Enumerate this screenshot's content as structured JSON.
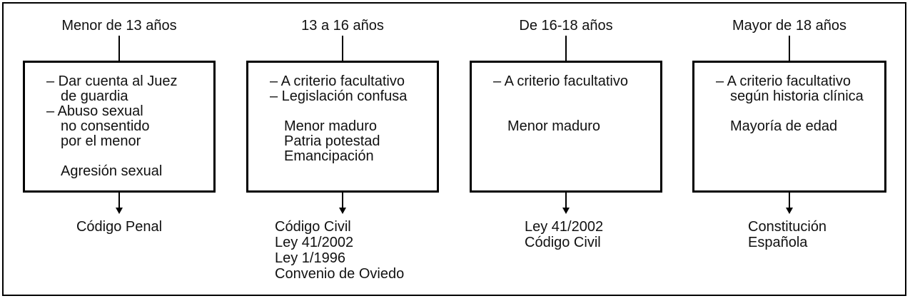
{
  "colors": {
    "background": "#ffffff",
    "line": "#000000",
    "text": "#111111"
  },
  "diagram": {
    "columns": [
      {
        "header": "Menor de 13 años",
        "box_lines": [
          "– Dar cuenta al Juez",
          "de guardia",
          "– Abuso sexual",
          "no consentido",
          "por el menor",
          "",
          "Agresión sexual"
        ],
        "footer_lines": [
          "Código Penal"
        ]
      },
      {
        "header": "13 a 16 años",
        "box_lines": [
          "– A criterio facultativo",
          "– Legislación confusa",
          "",
          "Menor maduro",
          "Patria potestad",
          "Emancipación"
        ],
        "footer_lines": [
          "Código Civil",
          "Ley 41/2002",
          "Ley 1/1996",
          "Convenio de Oviedo"
        ]
      },
      {
        "header": "De 16-18 años",
        "box_lines": [
          "– A criterio facultativo",
          "",
          "",
          "Menor maduro"
        ],
        "footer_lines": [
          "Ley 41/2002",
          "Código Civil"
        ]
      },
      {
        "header": "Mayor de 18 años",
        "box_lines": [
          "– A criterio facultativo",
          "según historia clínica",
          "",
          "Mayoría de edad"
        ],
        "footer_lines": [
          "Constitución",
          "Española"
        ]
      }
    ]
  }
}
